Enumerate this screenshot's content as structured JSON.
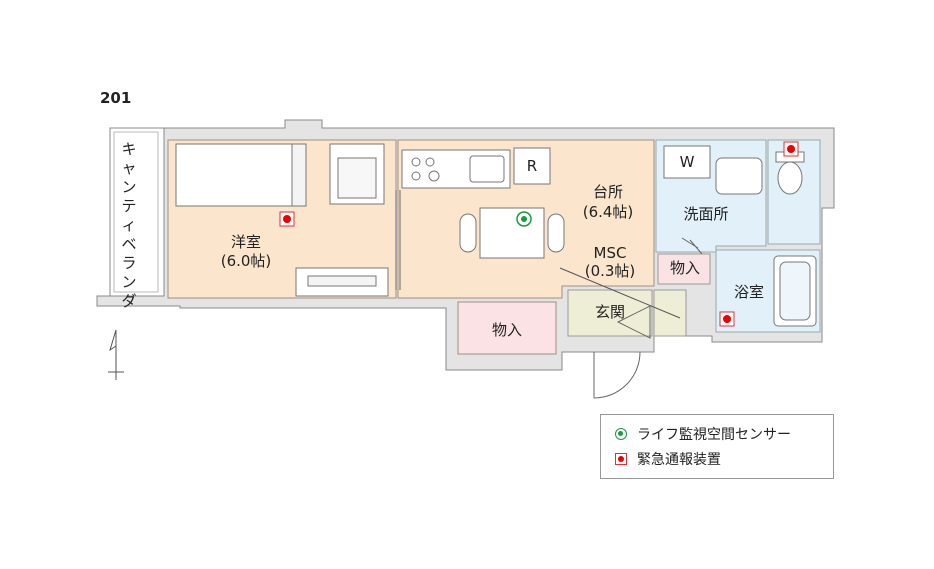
{
  "unit_number": "201",
  "balcony": {
    "chars": [
      "キ",
      "ャ",
      "ン",
      "テ",
      "ィ",
      "ベ",
      "ラ",
      "ン",
      "ダ"
    ]
  },
  "rooms": {
    "western": {
      "name": "洋室",
      "size": "(6.0帖)"
    },
    "kitchen": {
      "name": "台所",
      "size": "(6.4帖)"
    },
    "msc": {
      "name": "MSC",
      "size": "(0.3帖)"
    },
    "washroom": {
      "name": "洗面所"
    },
    "storage_main": {
      "name": "物入"
    },
    "storage_small": {
      "name": "物入"
    },
    "entrance": {
      "name": "玄関"
    },
    "bath": {
      "name": "浴室"
    }
  },
  "fixtures": {
    "fridge": "R",
    "washer": "W"
  },
  "legend": {
    "sensor": {
      "label": "ライフ監視空間センサー",
      "icon": "life-sensor-icon",
      "color": "#1a9a3a"
    },
    "alarm": {
      "label": "緊急通報装置",
      "icon": "emergency-alarm-icon",
      "color": "#e00000"
    }
  }
}
